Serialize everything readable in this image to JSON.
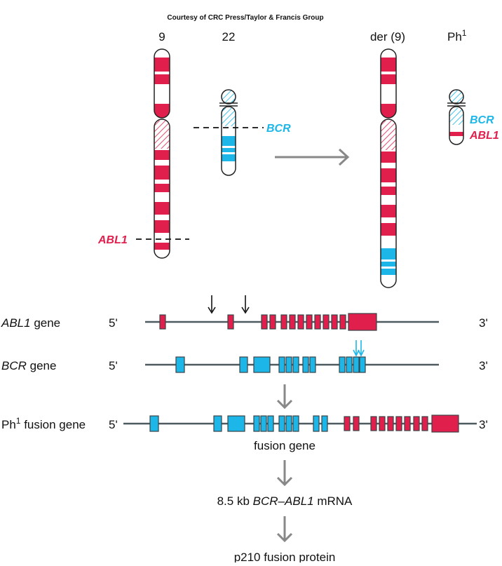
{
  "credit": "Courtesy of CRC Press/Taylor & Francis Group",
  "chromosomes": {
    "chr9": "9",
    "chr22": "22",
    "der9": "der (9)",
    "ph": "Ph",
    "ph_sup": "1"
  },
  "tags": {
    "bcr": "BCR",
    "abl1": "ABL1",
    "ph_bcr": "BCR",
    "ph_abl1": "ABL1"
  },
  "genes": {
    "abl1_name": "ABL1",
    "abl1_suffix": " gene",
    "bcr_name": "BCR",
    "bcr_suffix": " gene",
    "fusion_ph": "Ph",
    "fusion_sup": "1",
    "fusion_suffix": " fusion gene",
    "five_prime": "5'",
    "three_prime": "3'"
  },
  "captions": {
    "fusion_gene": "fusion gene",
    "mrna_prefix": "8.5 kb ",
    "mrna_bcr": "BCR",
    "mrna_dash": "–",
    "mrna_abl": "ABL1",
    "mrna_suffix": " mRNA",
    "protein": "p210 fusion protein"
  },
  "colors": {
    "abl1_red": "#e01f4c",
    "bcr_blue": "#1cb7e8",
    "arrow_gray": "#888888",
    "line_gray": "#4d5a5f"
  }
}
